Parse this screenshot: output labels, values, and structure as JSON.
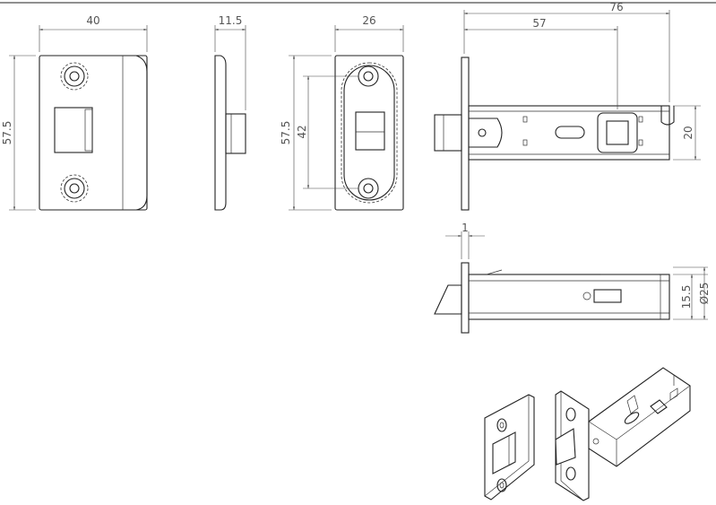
{
  "colors": {
    "line": "#222222",
    "dimension": "#555555",
    "background": "#ffffff"
  },
  "dimensions": {
    "strike_plate_width": "40",
    "strike_plate_height": "57.5",
    "strike_plate_depth": "11.5",
    "face_plate_width": "26",
    "face_plate_height": "57.5",
    "face_plate_hole_spacing": "42",
    "latch_overall_length": "76",
    "backset": "57",
    "case_height": "20",
    "face_plate_thickness": "1",
    "case_height_side": "15.5",
    "diameter": "Ø25"
  }
}
